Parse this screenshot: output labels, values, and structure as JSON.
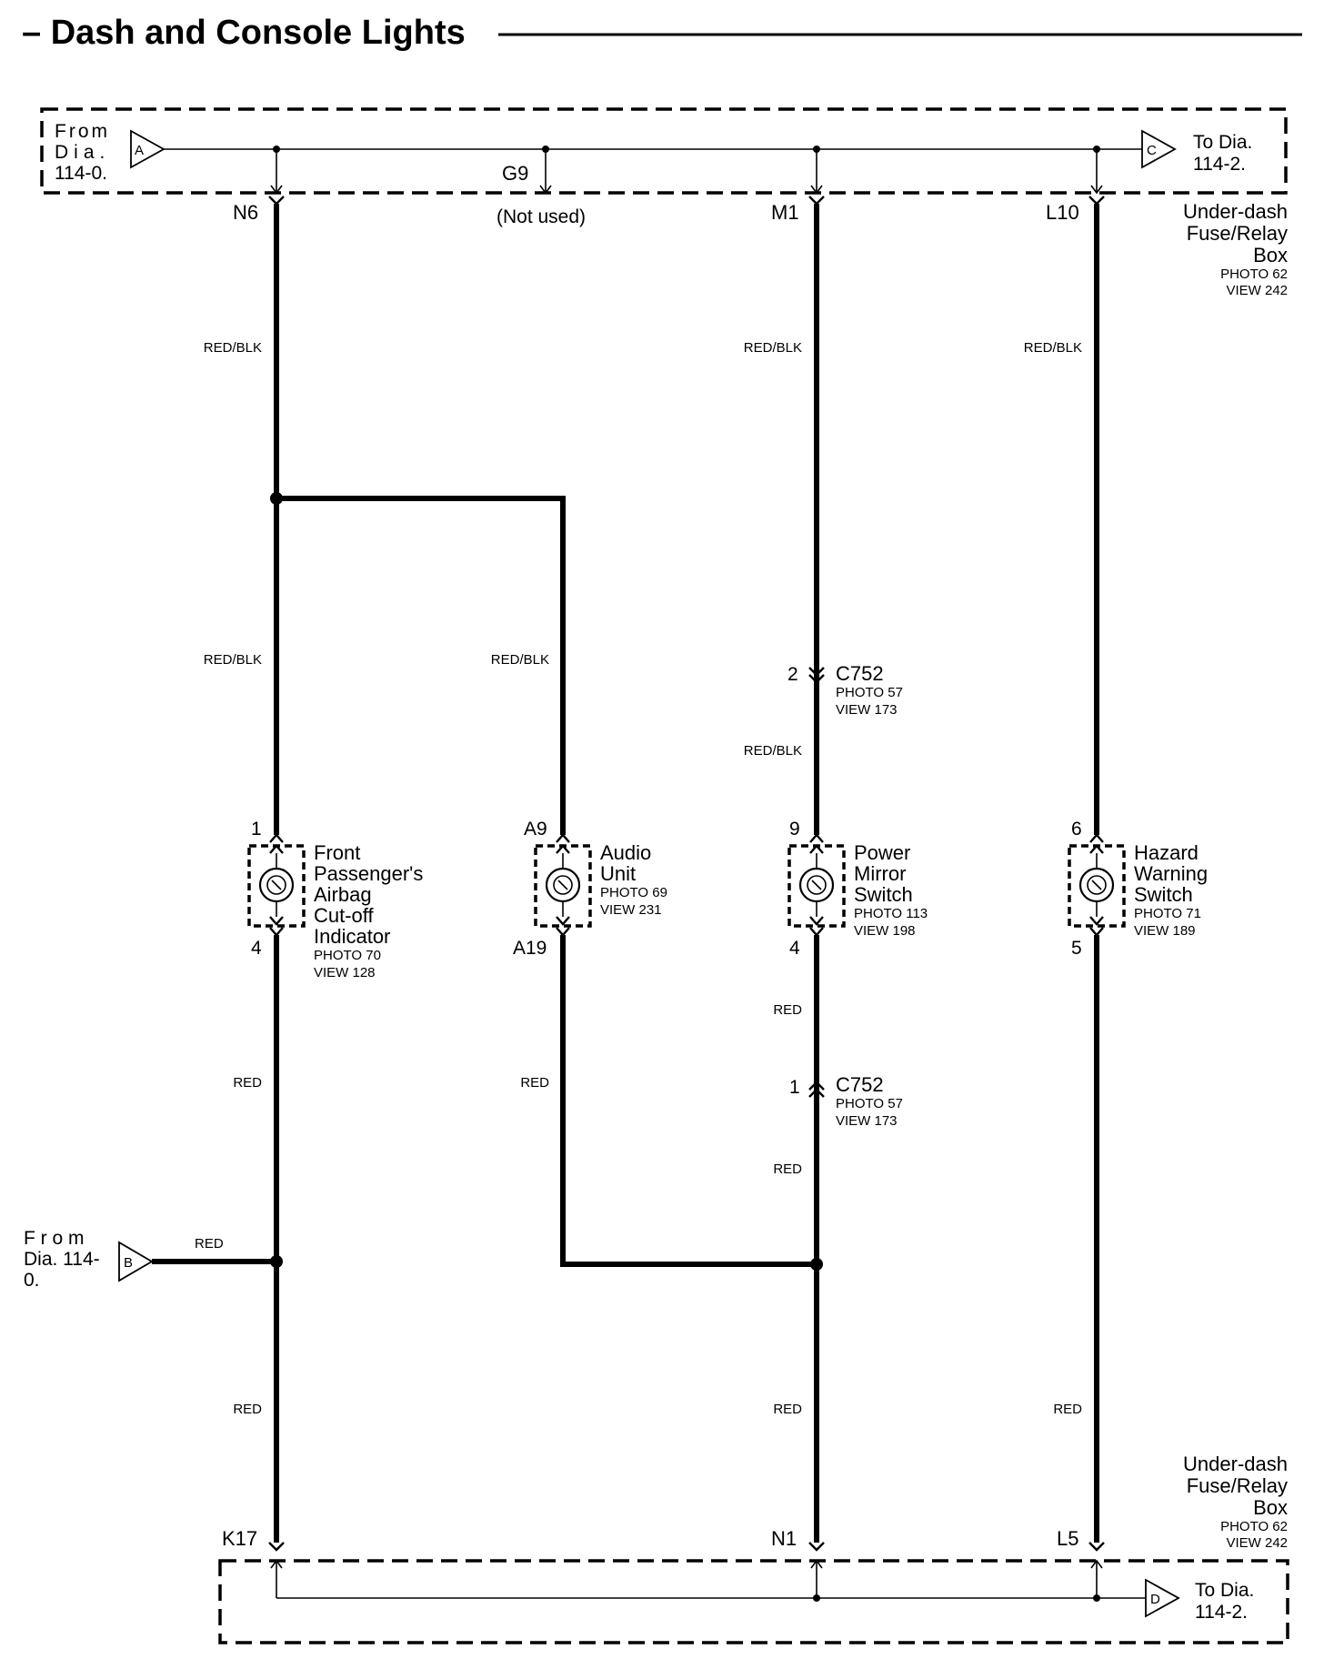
{
  "title": "– Dash and Console Lights",
  "fuse_box": {
    "name_line1": "Under-dash",
    "name_line2": "Fuse/Relay",
    "name_line3": "Box",
    "photo": "PHOTO 62",
    "view": "VIEW 242"
  },
  "top_bus": {
    "from_line1": "From",
    "from_line2": "Dia.",
    "from_line3": "114-0.",
    "from_connector": "A",
    "to_line1": "To Dia.",
    "to_line2": "114-2.",
    "to_connector": "C",
    "unused_pin": "G9",
    "unused_note": "(Not used)"
  },
  "bottom_bus": {
    "to_line1": "To Dia.",
    "to_line2": "114-2.",
    "to_connector": "D"
  },
  "feed_b": {
    "from_line1": "F r o m",
    "from_line2": "Dia. 114-",
    "from_line3": "0.",
    "connector": "B",
    "wire": "RED"
  },
  "pins": {
    "n6": "N6",
    "m1": "M1",
    "l10": "L10",
    "k17": "K17",
    "n1": "N1",
    "l5": "L5"
  },
  "wires": {
    "col1_top": "RED/BLK",
    "col1_mid": "RED/BLK",
    "col1_lower": "RED",
    "col1_bottom": "RED",
    "col2_mid": "RED/BLK",
    "col2_lower": "RED",
    "col3_top": "RED/BLK",
    "col3_mid": "RED/BLK",
    "col3_lower1": "RED",
    "col3_lower2": "RED",
    "col3_bottom": "RED",
    "col4_top": "RED/BLK",
    "col4_bottom": "RED"
  },
  "connectors": {
    "c752_top": {
      "pin": "2",
      "name": "C752",
      "photo": "PHOTO 57",
      "view": "VIEW 173"
    },
    "c752_bottom": {
      "pin": "1",
      "name": "C752",
      "photo": "PHOTO 57",
      "view": "VIEW 173"
    }
  },
  "components": {
    "airbag": {
      "pin_in": "1",
      "pin_out": "4",
      "line1": "Front",
      "line2": "Passenger's",
      "line3": "Airbag",
      "line4": "Cut-off",
      "line5": "Indicator",
      "photo": "PHOTO 70",
      "view": "VIEW 128"
    },
    "audio": {
      "pin_in": "A9",
      "pin_out": "A19",
      "line1": "Audio",
      "line2": "Unit",
      "photo": "PHOTO 69",
      "view": "VIEW 231"
    },
    "mirror": {
      "pin_in": "9",
      "pin_out": "4",
      "line1": "Power",
      "line2": "Mirror",
      "line3": "Switch",
      "photo": "PHOTO 113",
      "view": "VIEW 198"
    },
    "hazard": {
      "pin_in": "6",
      "pin_out": "5",
      "line1": "Hazard",
      "line2": "Warning",
      "line3": "Switch",
      "photo": "PHOTO 71",
      "view": "VIEW 189"
    }
  }
}
